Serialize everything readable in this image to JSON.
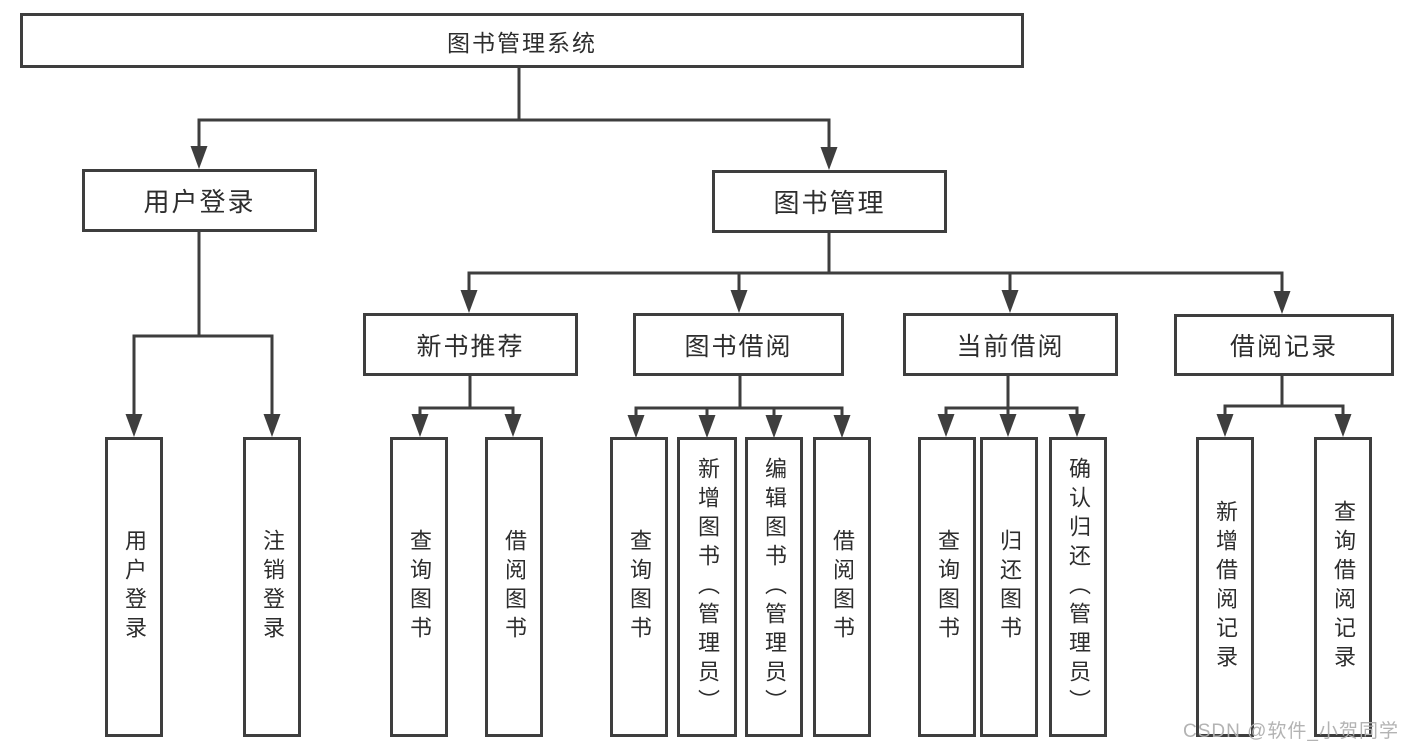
{
  "tree": {
    "root": {
      "label": "图书管理系统",
      "children": [
        {
          "label": "用户登录",
          "children": [
            {
              "label": "用户登录"
            },
            {
              "label": "注销登录"
            }
          ]
        },
        {
          "label": "图书管理",
          "children": [
            {
              "label": "新书推荐",
              "children": [
                {
                  "label": "查询图书"
                },
                {
                  "label": "借阅图书"
                }
              ]
            },
            {
              "label": "图书借阅",
              "children": [
                {
                  "label": "查询图书"
                },
                {
                  "label": "新增图书（管理员）"
                },
                {
                  "label": "编辑图书（管理员）"
                },
                {
                  "label": "借阅图书"
                }
              ]
            },
            {
              "label": "当前借阅",
              "children": [
                {
                  "label": "查询图书"
                },
                {
                  "label": "归还图书"
                },
                {
                  "label": "确认归还（管理员）"
                }
              ]
            },
            {
              "label": "借阅记录",
              "children": [
                {
                  "label": "新增借阅记录"
                },
                {
                  "label": "查询借阅记录"
                }
              ]
            }
          ]
        }
      ]
    }
  },
  "watermark": {
    "text": "CSDN @软件_小贺同学"
  },
  "colors": {
    "background": "#ffffff",
    "border": "#3e3e3e",
    "line": "#3e3e3e",
    "text": "#2d2d2d",
    "watermark": "#afafaf"
  }
}
